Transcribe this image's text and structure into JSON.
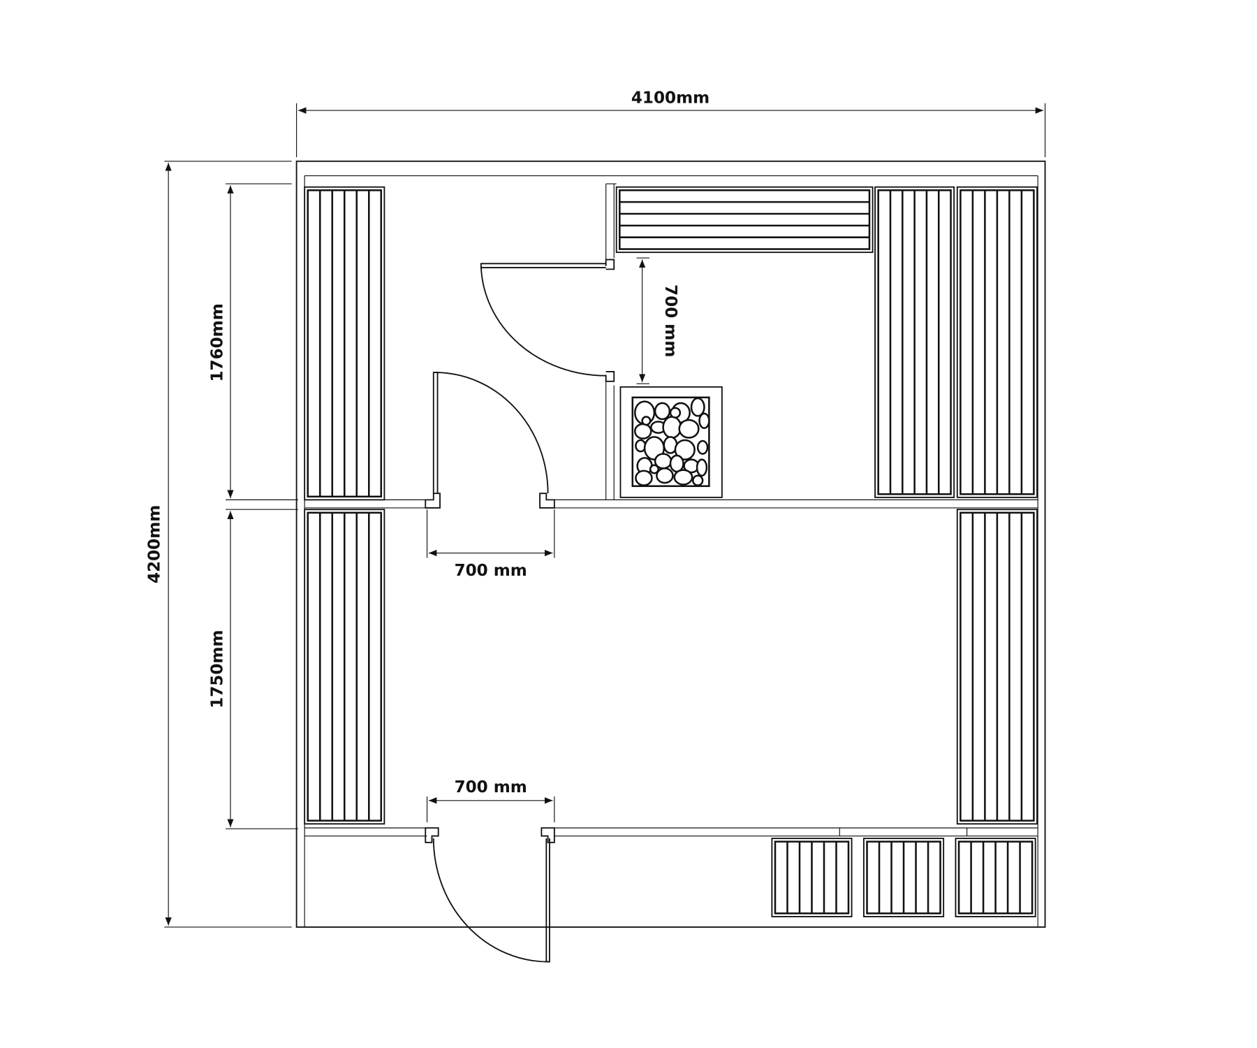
{
  "title": "Sauna floor plan",
  "dimensions": {
    "total_width": "4100mm",
    "total_depth": "4200mm",
    "sauna_room_depth": "1760mm",
    "washroom_depth": "1750mm",
    "sauna_door_width": "700 mm",
    "entrance_door_width": "700 mm",
    "inner_door_width": "700 mm"
  },
  "colors": {
    "line": "#111111",
    "background": "#ffffff"
  }
}
